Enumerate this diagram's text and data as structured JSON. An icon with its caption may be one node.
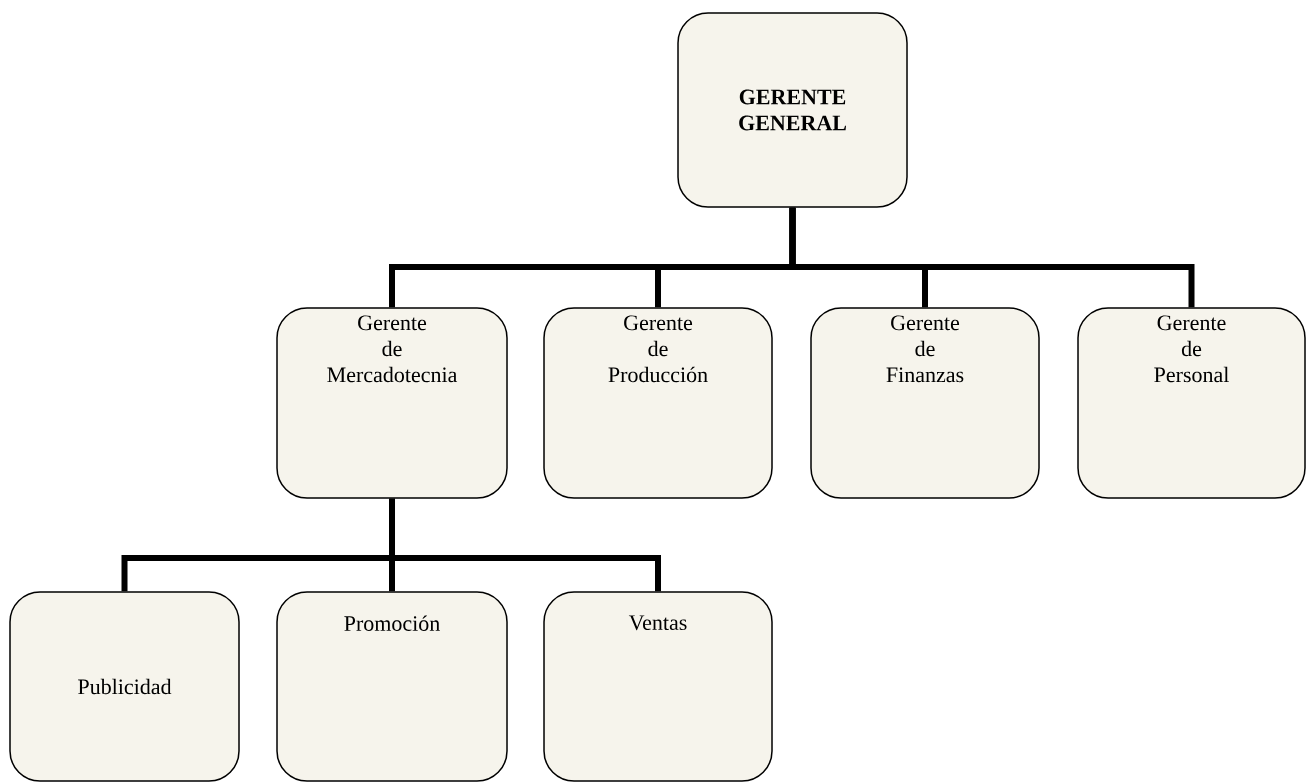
{
  "diagram": {
    "nodes": [
      {
        "text": [
          "GERENTE GENERAL"
        ]
      },
      {
        "text": [
          "Gerente de Mercadotecnia"
        ]
      },
      {
        "text": [
          "Gerente de Producción"
        ]
      },
      {
        "text": [
          "Gerente de Finanzas"
        ]
      },
      {
        "text": [
          "Gerente de Personal"
        ]
      },
      {
        "text": [
          "Publicidad"
        ]
      },
      {
        "text": [
          "Promoción"
        ]
      },
      {
        "text": [
          "Ventas"
        ]
      }
    ],
    "edges": [
      {
        "from": 0,
        "to": 1,
        "arrow": "none"
      },
      {
        "from": 0,
        "to": 2,
        "arrow": "none"
      },
      {
        "from": 0,
        "to": 3,
        "arrow": "none"
      },
      {
        "from": 0,
        "to": 4,
        "arrow": "none"
      },
      {
        "from": 1,
        "to": 5,
        "arrow": "none"
      },
      {
        "from": 1,
        "to": 6,
        "arrow": "none"
      },
      {
        "from": 1,
        "to": 7,
        "arrow": "none"
      }
    ]
  }
}
